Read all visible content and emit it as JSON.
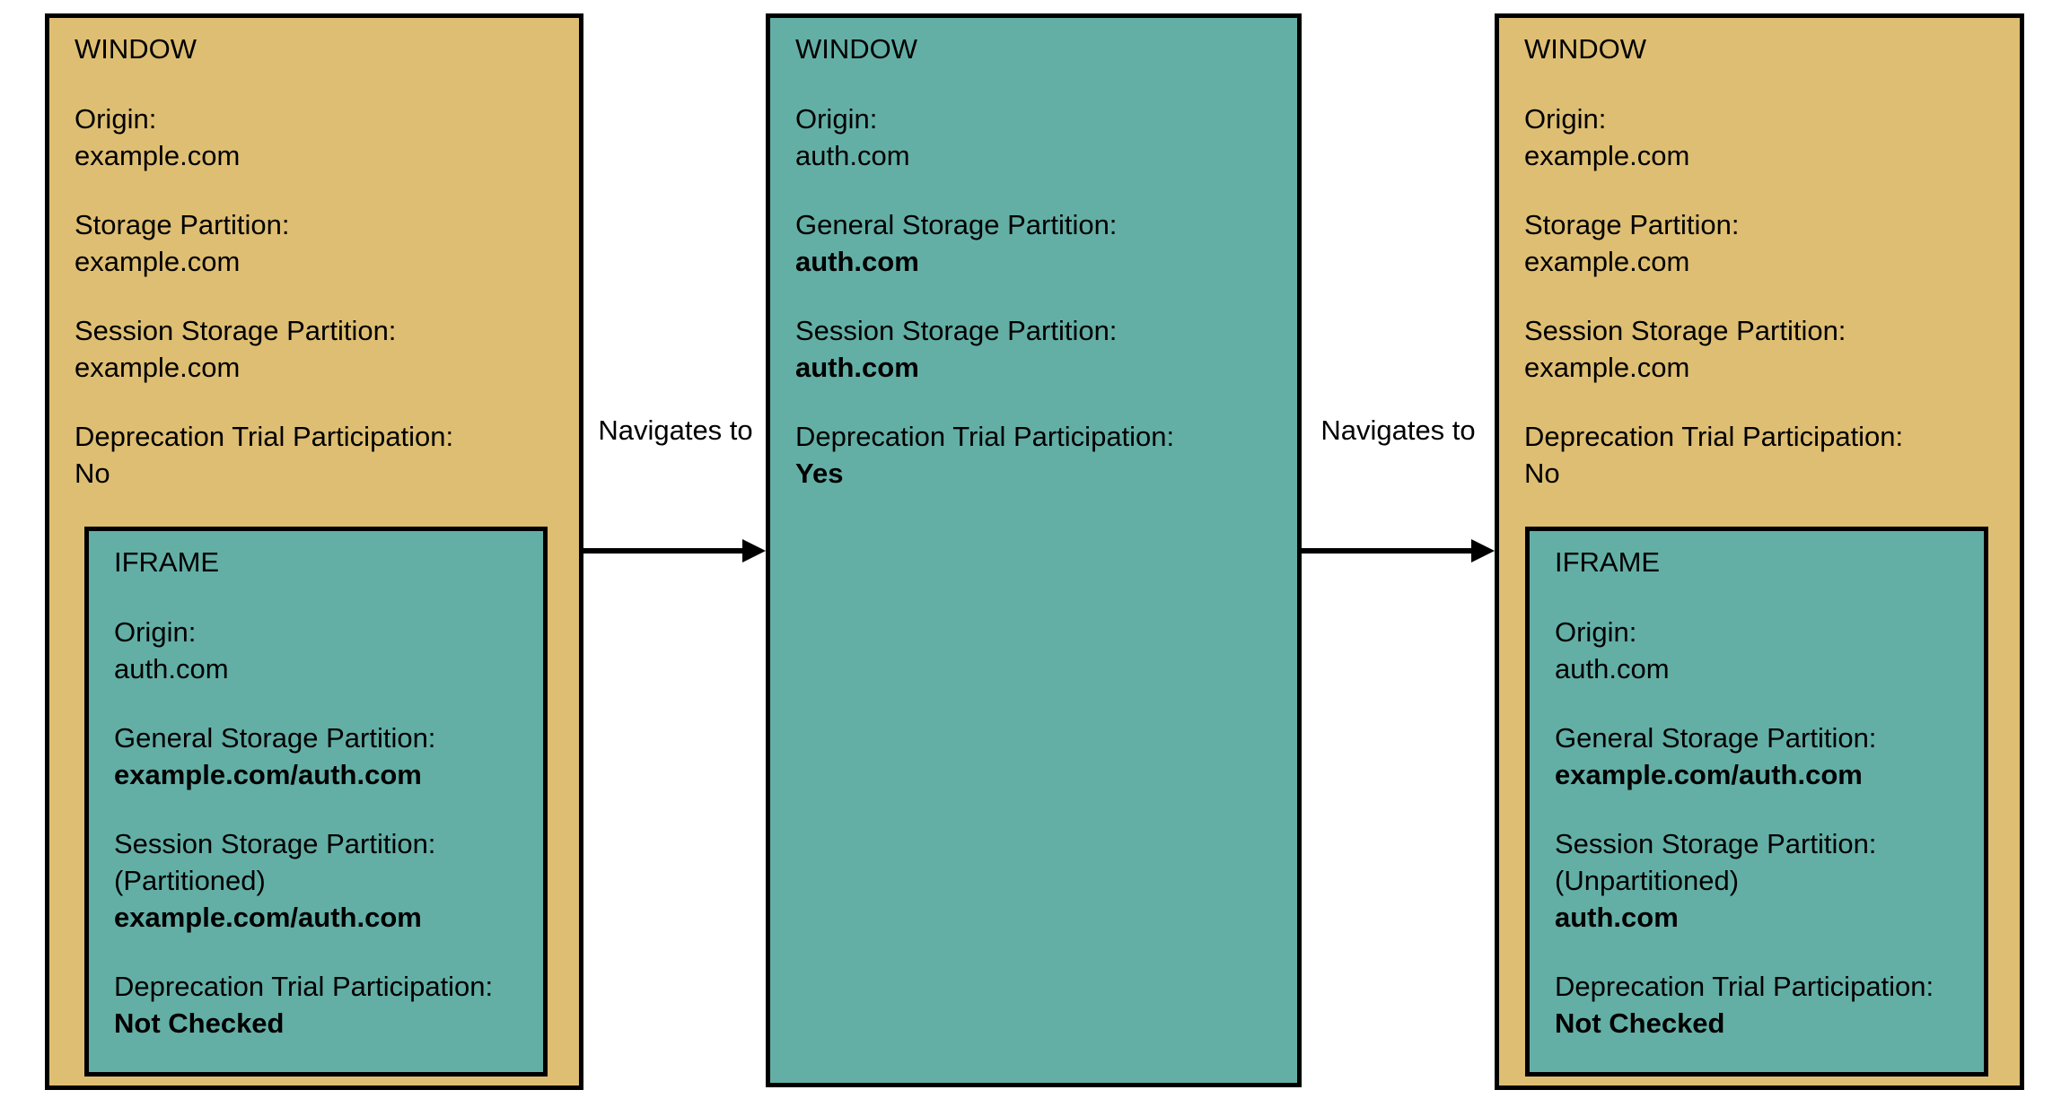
{
  "diagram": {
    "colors": {
      "window_example_bg": "#debe72",
      "window_auth_bg": "#63afa6",
      "iframe_bg": "#63afa6",
      "border": "#000000",
      "text": "#000000",
      "page_bg": "#ffffff"
    },
    "panels": [
      {
        "id": "panel-1",
        "title": "WINDOW",
        "theme": "tan",
        "fields": [
          {
            "label": "Origin:",
            "sub": null,
            "value": "example.com",
            "bold": false
          },
          {
            "label": "Storage Partition:",
            "sub": null,
            "value": "example.com",
            "bold": false
          },
          {
            "label": "Session Storage Partition:",
            "sub": null,
            "value": "example.com",
            "bold": false
          },
          {
            "label": "Deprecation Trial Participation:",
            "sub": null,
            "value": "No",
            "bold": false
          }
        ],
        "iframe": {
          "title": "IFRAME",
          "fields": [
            {
              "label": "Origin:",
              "sub": null,
              "value": "auth.com",
              "bold": false
            },
            {
              "label": "General Storage Partition:",
              "sub": null,
              "value": "example.com/auth.com",
              "bold": true
            },
            {
              "label": "Session Storage Partition:",
              "sub": "(Partitioned)",
              "value": "example.com/auth.com",
              "bold": true
            },
            {
              "label": "Deprecation Trial Participation:",
              "sub": null,
              "value": "Not Checked",
              "bold": true
            }
          ]
        }
      },
      {
        "id": "panel-2",
        "title": "WINDOW",
        "theme": "teal",
        "fields": [
          {
            "label": "Origin:",
            "sub": null,
            "value": "auth.com",
            "bold": false
          },
          {
            "label": "General Storage Partition:",
            "sub": null,
            "value": "auth.com",
            "bold": true
          },
          {
            "label": "Session Storage Partition:",
            "sub": null,
            "value": "auth.com",
            "bold": true
          },
          {
            "label": "Deprecation Trial Participation:",
            "sub": null,
            "value": "Yes",
            "bold": true
          }
        ],
        "iframe": null
      },
      {
        "id": "panel-3",
        "title": "WINDOW",
        "theme": "tan",
        "fields": [
          {
            "label": "Origin:",
            "sub": null,
            "value": "example.com",
            "bold": false
          },
          {
            "label": "Storage Partition:",
            "sub": null,
            "value": "example.com",
            "bold": false
          },
          {
            "label": "Session Storage Partition:",
            "sub": null,
            "value": "example.com",
            "bold": false
          },
          {
            "label": "Deprecation Trial Participation:",
            "sub": null,
            "value": "No",
            "bold": false
          }
        ],
        "iframe": {
          "title": "IFRAME",
          "fields": [
            {
              "label": "Origin:",
              "sub": null,
              "value": "auth.com",
              "bold": false
            },
            {
              "label": "General Storage Partition:",
              "sub": null,
              "value": "example.com/auth.com",
              "bold": true
            },
            {
              "label": "Session Storage Partition:",
              "sub": "(Unpartitioned)",
              "value": "auth.com",
              "bold": true
            },
            {
              "label": "Deprecation Trial Participation:",
              "sub": null,
              "value": "Not Checked",
              "bold": true
            }
          ]
        }
      }
    ],
    "arrows": [
      {
        "id": "arrow-1",
        "label": "Navigates to",
        "from": "panel-1",
        "to": "panel-2",
        "direction": "right"
      },
      {
        "id": "arrow-2",
        "label": "Navigates to",
        "from": "panel-2",
        "to": "panel-3",
        "direction": "right"
      }
    ]
  }
}
